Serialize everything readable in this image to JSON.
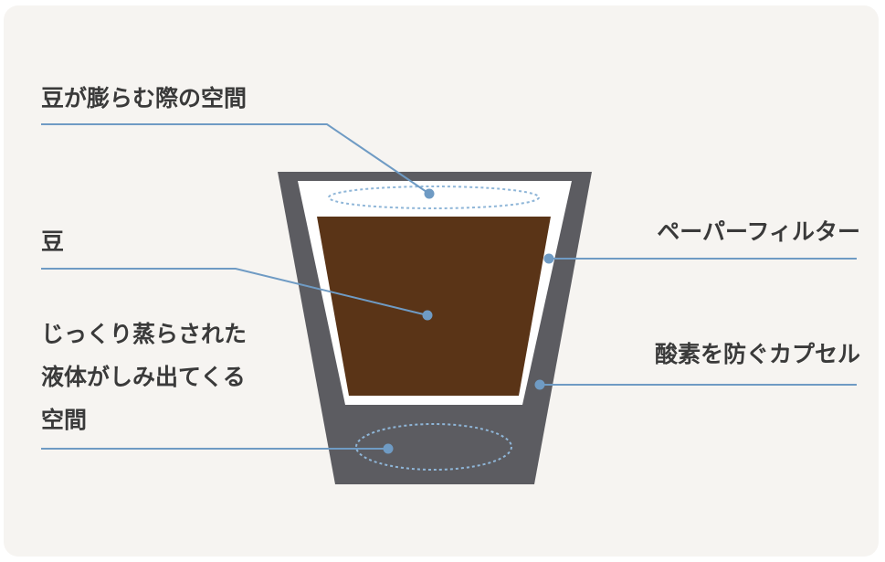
{
  "labels": {
    "bean_expansion_space": "豆が膨らむ際の空間",
    "beans": "豆",
    "steeping_space_lines": [
      "じっくり蒸らされた",
      "液体がしみ出てくる",
      "空間"
    ],
    "paper_filter": "ペーパーフィルター",
    "oxygen_barrier_capsule": "酸素を防ぐカプセル"
  },
  "colors": {
    "background": "#f6f4f1",
    "capsule": "#5c5c61",
    "filter_inner": "#ffffff",
    "coffee": "#5a3417",
    "leader_line": "#6f9bc4",
    "dotted_ellipse": "#8fb6d8",
    "text": "#3a3a3a"
  }
}
